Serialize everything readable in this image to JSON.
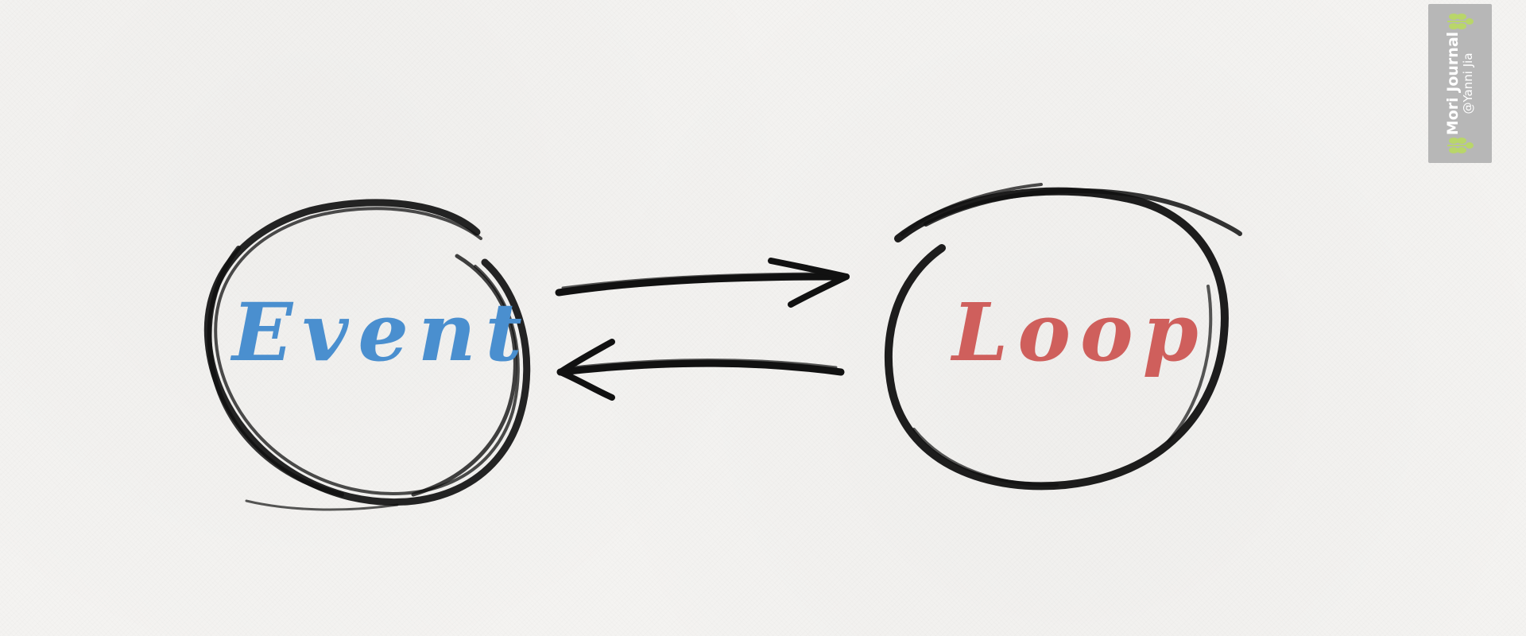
{
  "diagram": {
    "nodes": [
      {
        "id": "event",
        "label": "Event",
        "color": "#4a8fcf"
      },
      {
        "id": "loop",
        "label": "Loop",
        "color": "#cf5f5c"
      }
    ],
    "edges": [
      {
        "from": "event",
        "to": "loop"
      },
      {
        "from": "loop",
        "to": "event"
      }
    ],
    "stroke_color": "#111111"
  },
  "watermark": {
    "title": "Mori Journal",
    "author": "@Yanni Jia",
    "background": "#b7b7b7",
    "icon": "leaf-sprig-icon"
  }
}
